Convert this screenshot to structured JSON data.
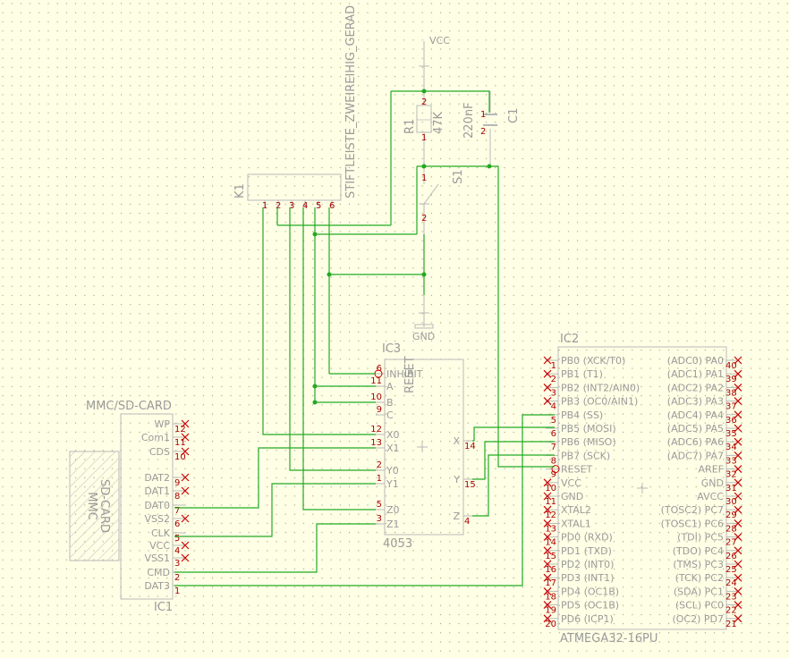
{
  "parts": {
    "vcc": "VCC",
    "gnd": "GND",
    "r1": {
      "name": "R1",
      "value": "47K"
    },
    "c1": {
      "name": "C1",
      "value": "220nF"
    },
    "s1": "S1",
    "k1": {
      "name": "K1",
      "value": "STIFTLEISTE_ZWEIREIHIG_GERAD"
    },
    "ic1": {
      "name": "IC1",
      "value": "MMC/SD-CARD",
      "inner1": "MMC",
      "inner2": "SD-CARD"
    },
    "ic2": {
      "name": "IC2",
      "value": "ATMEGA32-16PU"
    },
    "ic3": {
      "name": "IC3",
      "value": "4053",
      "reset": "RESET"
    }
  },
  "k1_pins": [
    "1",
    "2",
    "3",
    "4",
    "5",
    "6"
  ],
  "ic1_pins": [
    {
      "name": "WP",
      "num": "12",
      "nc": true
    },
    {
      "name": "Com1",
      "num": "11",
      "nc": true
    },
    {
      "name": "CDS",
      "num": "10",
      "nc": true
    },
    {
      "name": "DAT2",
      "num": "9",
      "nc": true
    },
    {
      "name": "DAT1",
      "num": "8",
      "nc": true
    },
    {
      "name": "DAT0",
      "num": "7",
      "nc": false
    },
    {
      "name": "VSS2",
      "num": "6",
      "nc": true
    },
    {
      "name": "CLK",
      "num": "5",
      "nc": false
    },
    {
      "name": "VCC",
      "num": "4",
      "nc": true
    },
    {
      "name": "VSS1",
      "num": "3",
      "nc": true
    },
    {
      "name": "CMD",
      "num": "2",
      "nc": false
    },
    {
      "name": "DAT3",
      "num": "1",
      "nc": false
    }
  ],
  "ic3_left": [
    {
      "name": "INHIBIT",
      "num": "6"
    },
    {
      "name": "A",
      "num": "11"
    },
    {
      "name": "B",
      "num": "10"
    },
    {
      "name": "C",
      "num": "9"
    },
    {
      "name": "X0",
      "num": "12"
    },
    {
      "name": "X1",
      "num": "13"
    },
    {
      "name": "Y0",
      "num": "2"
    },
    {
      "name": "Y1",
      "num": "1"
    },
    {
      "name": "Z0",
      "num": "5"
    },
    {
      "name": "Z1",
      "num": "3"
    }
  ],
  "ic3_right": [
    {
      "name": "X",
      "num": "14"
    },
    {
      "name": "Y",
      "num": "15"
    },
    {
      "name": "Z",
      "num": "4"
    }
  ],
  "ic2_left": [
    {
      "name": "PB0 (XCK/T0)",
      "num": "1",
      "nc": true
    },
    {
      "name": "PB1 (T1)",
      "num": "2",
      "nc": true
    },
    {
      "name": "PB2 (INT2/AIN0)",
      "num": "3",
      "nc": true
    },
    {
      "name": "PB3 (OC0/AIN1)",
      "num": "4",
      "nc": true
    },
    {
      "name": "PB4 (SS)",
      "num": "5",
      "nc": false
    },
    {
      "name": "PB5 (MOSI)",
      "num": "6",
      "nc": false
    },
    {
      "name": "PB6 (MISO)",
      "num": "7",
      "nc": false
    },
    {
      "name": "PB7 (SCK)",
      "num": "8",
      "nc": false
    },
    {
      "name": "RESET",
      "num": "9",
      "nc": false
    },
    {
      "name": "VCC",
      "num": "10",
      "nc": true
    },
    {
      "name": "GND",
      "num": "11",
      "nc": true
    },
    {
      "name": "XTAL2",
      "num": "12",
      "nc": true
    },
    {
      "name": "XTAL1",
      "num": "13",
      "nc": true
    },
    {
      "name": "PD0 (RXD)",
      "num": "14",
      "nc": true
    },
    {
      "name": "PD1 (TXD)",
      "num": "15",
      "nc": true
    },
    {
      "name": "PD2 (INT0)",
      "num": "16",
      "nc": true
    },
    {
      "name": "PD3 (INT1)",
      "num": "17",
      "nc": true
    },
    {
      "name": "PD4 (OC1B)",
      "num": "18",
      "nc": true
    },
    {
      "name": "PD5 (OC1B)",
      "num": "19",
      "nc": true
    },
    {
      "name": "PD6 (ICP1)",
      "num": "20",
      "nc": true
    }
  ],
  "ic2_right": [
    {
      "name": "(ADC0) PA0",
      "num": "40"
    },
    {
      "name": "(ADC1) PA1",
      "num": "39"
    },
    {
      "name": "(ADC2) PA2",
      "num": "38"
    },
    {
      "name": "(ADC3) PA3",
      "num": "37"
    },
    {
      "name": "(ADC4) PA4",
      "num": "36"
    },
    {
      "name": "(ADC5) PA5",
      "num": "35"
    },
    {
      "name": "(ADC6) PA6",
      "num": "34"
    },
    {
      "name": "(ADC7) PA7",
      "num": "33"
    },
    {
      "name": "AREF",
      "num": "32"
    },
    {
      "name": "GND",
      "num": "31"
    },
    {
      "name": "AVCC",
      "num": "30"
    },
    {
      "name": "(TOSC2) PC7",
      "num": "29"
    },
    {
      "name": "(TOSC1) PC6",
      "num": "28"
    },
    {
      "name": "(TDI) PC5",
      "num": "27"
    },
    {
      "name": "(TDO) PC4",
      "num": "26"
    },
    {
      "name": "(TMS) PC3",
      "num": "25"
    },
    {
      "name": "(TCK) PC2",
      "num": "24"
    },
    {
      "name": "(SDA) PC1",
      "num": "23"
    },
    {
      "name": "(SCL) PC0",
      "num": "22"
    },
    {
      "name": "(OC2) PD7",
      "num": "21"
    }
  ],
  "colors": {
    "background": "#ffffe6",
    "grid": "#a0a07a",
    "wire": "#22aa22",
    "outline": "#b8b8b8",
    "pin": "#aa0000",
    "text": "#9a9a9a"
  }
}
